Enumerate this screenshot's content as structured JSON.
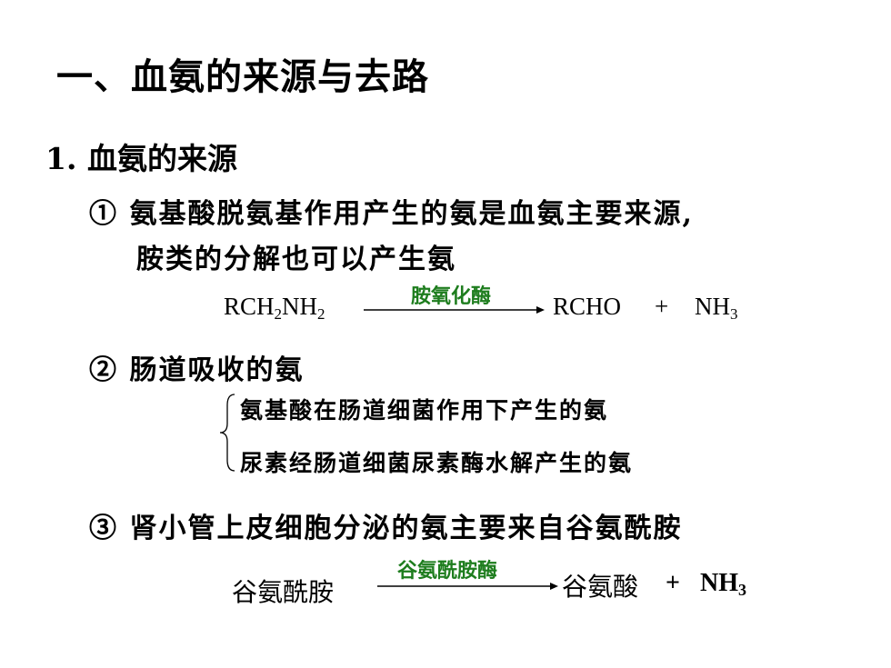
{
  "title": "一、血氨的来源与去路",
  "section1": {
    "heading": "1. 血氨的来源",
    "item1": {
      "marker": "①",
      "line1": "氨基酸脱氨基作用产生的氨是血氨主要来源,",
      "line2": "胺类的分解也可以产生氨",
      "reaction": {
        "reactant_main": "RCH",
        "reactant_sub1": "2",
        "reactant_mid": "NH",
        "reactant_sub2": "2",
        "enzyme": "胺氧化酶",
        "product1": "RCHO",
        "plus": "+",
        "product2_main": "NH",
        "product2_sub": "3"
      }
    },
    "item2": {
      "marker": "②",
      "text": "肠道吸收的氨",
      "sub1": "氨基酸在肠道细菌作用下产生的氨",
      "sub2": "尿素经肠道细菌尿素酶水解产生的氨"
    },
    "item3": {
      "marker": "③",
      "text": "肾小管上皮细胞分泌的氨主要来自谷氨酰胺",
      "reaction": {
        "reactant": "谷氨酰胺",
        "enzyme": "谷氨酰胺酶",
        "product1": "谷氨酸",
        "plus": "+",
        "product2_main": "NH",
        "product2_sub": "3"
      }
    }
  },
  "colors": {
    "enzyme": "#1e7d1e",
    "text": "#000000",
    "background": "#ffffff"
  }
}
